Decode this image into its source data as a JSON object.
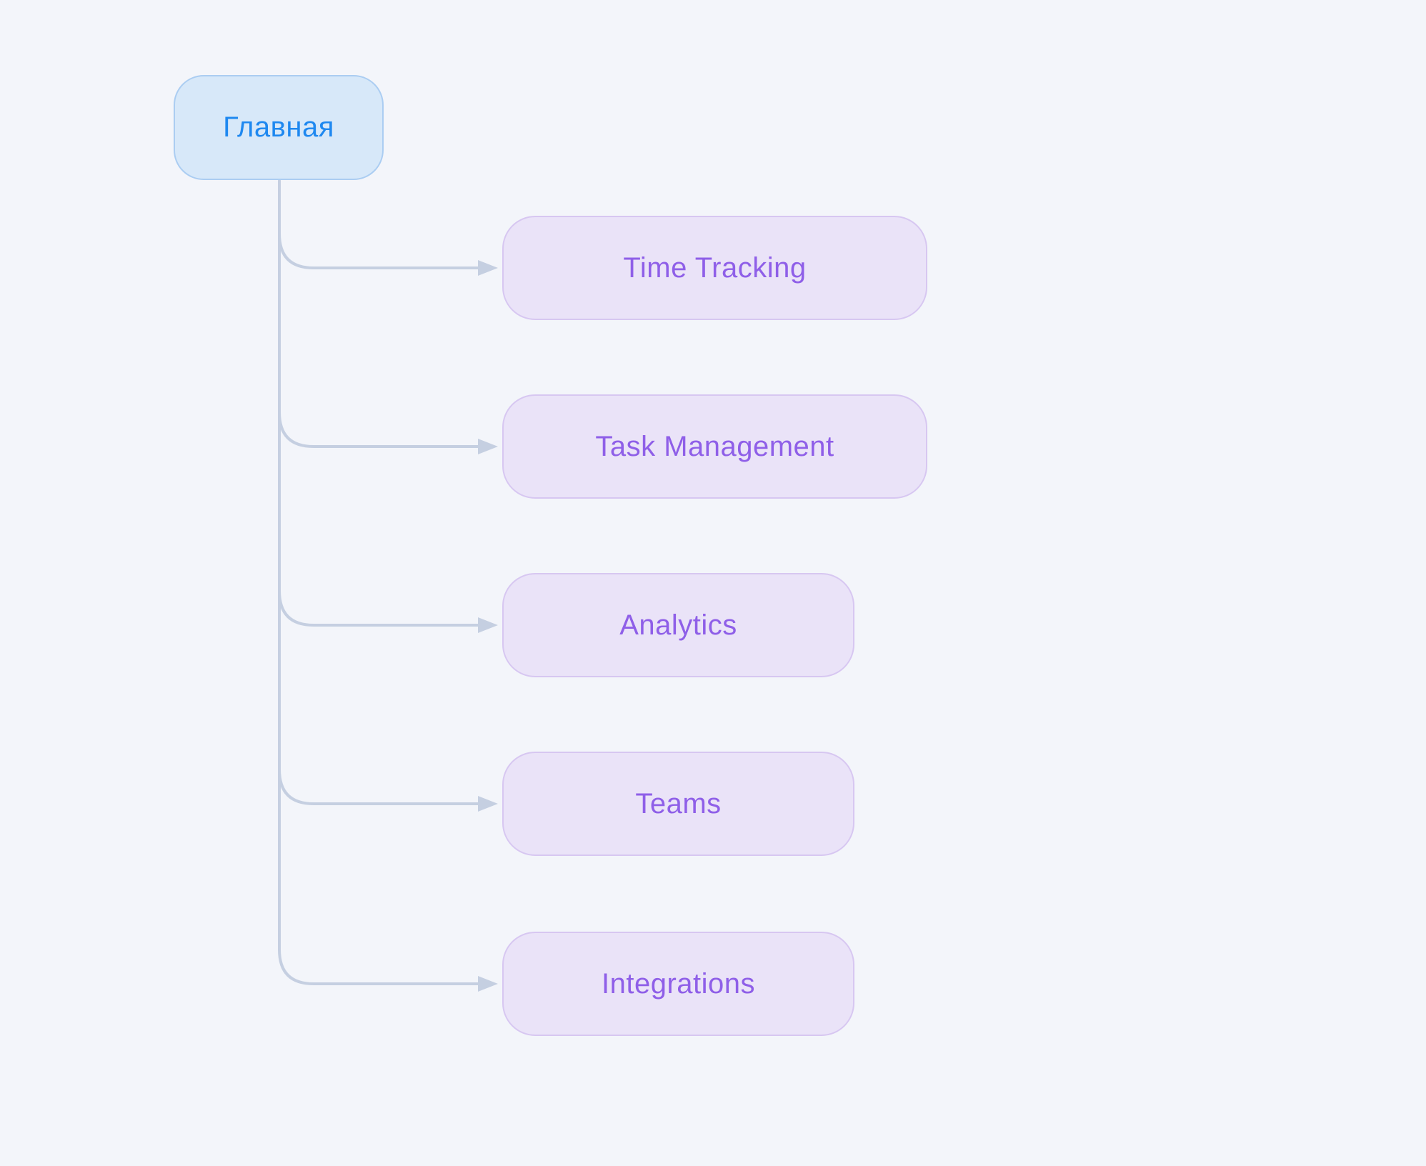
{
  "diagram": {
    "type": "mindmap-sitemap",
    "root": {
      "label": "Главная"
    },
    "children": [
      {
        "label": "Time Tracking"
      },
      {
        "label": "Task Management"
      },
      {
        "label": "Analytics"
      },
      {
        "label": "Teams"
      },
      {
        "label": "Integrations"
      }
    ]
  },
  "colors": {
    "background": "#f3f5fa",
    "root_fill": "#d7e8f9",
    "root_border": "#abcdf2",
    "root_text": "#1e88f0",
    "child_fill": "#eae3f8",
    "child_border": "#d7c7f1",
    "child_text": "#8f5fe8",
    "connector": "#c5cfe1"
  }
}
